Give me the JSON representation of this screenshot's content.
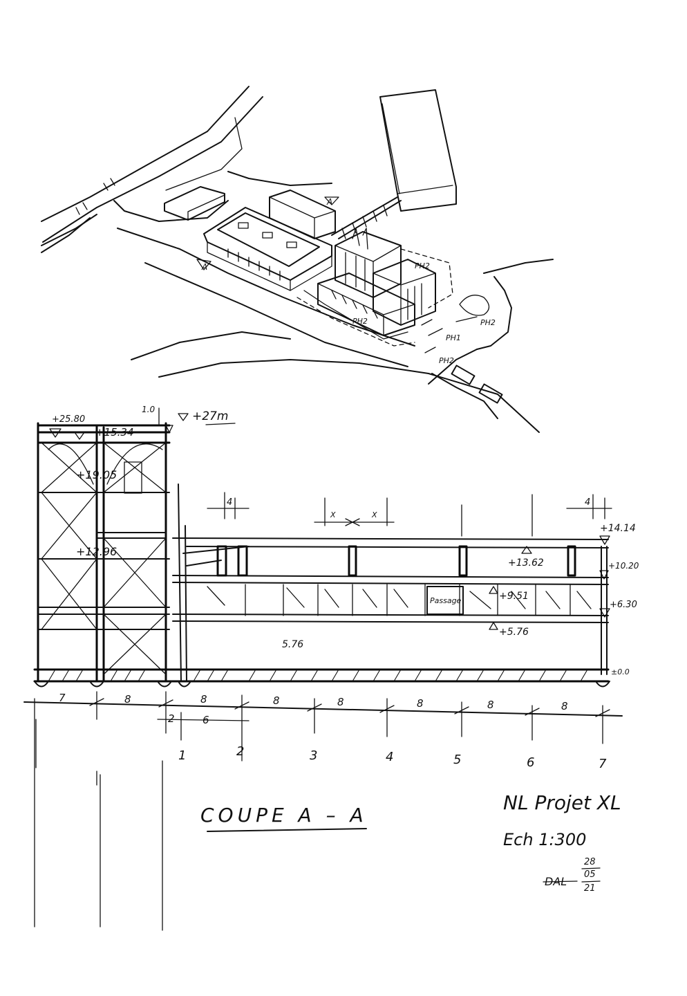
{
  "perspective_labels": {
    "section_marker_top": "A",
    "section_marker_left": "A",
    "phase_labels": [
      "PH2",
      "PH2",
      "PH2",
      "PH1",
      "PH2"
    ]
  },
  "section": {
    "levels": {
      "tower_top": "+25.80",
      "tower_upper": "+15.34",
      "tower_mid": "+19.05",
      "tower_low": "+12.96",
      "height_top": "+27m",
      "height_small": "1.0",
      "roof_right": "+14.14",
      "roof_inner": "+13.62",
      "level_1020": "+10.20",
      "level_951": "+9.51",
      "level_630": "+6.30",
      "level_576": "+5.76",
      "clear_height": "5.76",
      "ground": "±0.0"
    },
    "dims": {
      "four_left": "4",
      "four_right": "4",
      "x_left": "X",
      "x_right": "X",
      "room_label": "Passage"
    },
    "bay_widths": [
      "7",
      "8",
      "8",
      "8",
      "8",
      "8",
      "8",
      "8"
    ],
    "sub_widths": [
      "2",
      "6"
    ],
    "grid_axes": [
      "1",
      "2",
      "3",
      "4",
      "5",
      "6",
      "7"
    ]
  },
  "title_block": {
    "section_title": "COUPE A – A",
    "project": "NL Projet XL",
    "scale": "Ech 1:300",
    "date_day": "28",
    "date_month": "05",
    "date_year": "21",
    "date_prefix": "DAL"
  }
}
